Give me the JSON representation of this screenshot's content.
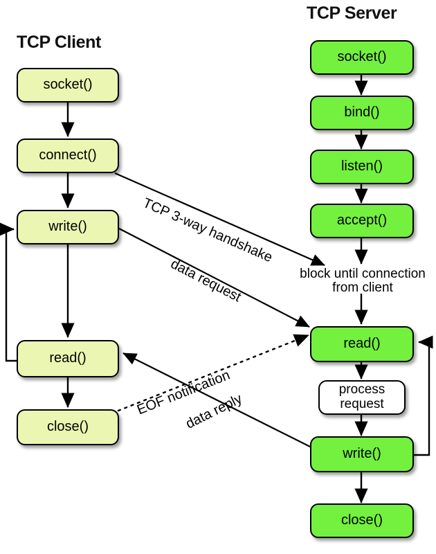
{
  "diagram": {
    "title_client": "TCP Client",
    "title_server": "TCP Server",
    "client_nodes": [
      {
        "id": "client-socket",
        "label": "socket()"
      },
      {
        "id": "client-connect",
        "label": "connect()"
      },
      {
        "id": "client-write",
        "label": "write()"
      },
      {
        "id": "client-read",
        "label": "read()"
      },
      {
        "id": "client-close",
        "label": "close()"
      }
    ],
    "server_nodes": [
      {
        "id": "server-socket",
        "label": "socket()"
      },
      {
        "id": "server-bind",
        "label": "bind()"
      },
      {
        "id": "server-listen",
        "label": "listen()"
      },
      {
        "id": "server-accept",
        "label": "accept()"
      },
      {
        "id": "server-read",
        "label": "read()"
      },
      {
        "id": "server-process",
        "label": "process\nrequest"
      },
      {
        "id": "server-write",
        "label": "write()"
      },
      {
        "id": "server-close",
        "label": "close()"
      }
    ],
    "notes": {
      "block_note_line1": "block until connection",
      "block_note_line2": "from client"
    },
    "edge_labels": {
      "handshake": "TCP 3-way handshake",
      "data_request": "data request",
      "data_reply": "data reply",
      "eof": "EOF notification"
    },
    "colors": {
      "client_fill": "#eaf6b2",
      "server_fill": "#74f03f",
      "plain_fill": "#ffffff",
      "stroke": "#000000",
      "background": "#ffffff"
    }
  }
}
